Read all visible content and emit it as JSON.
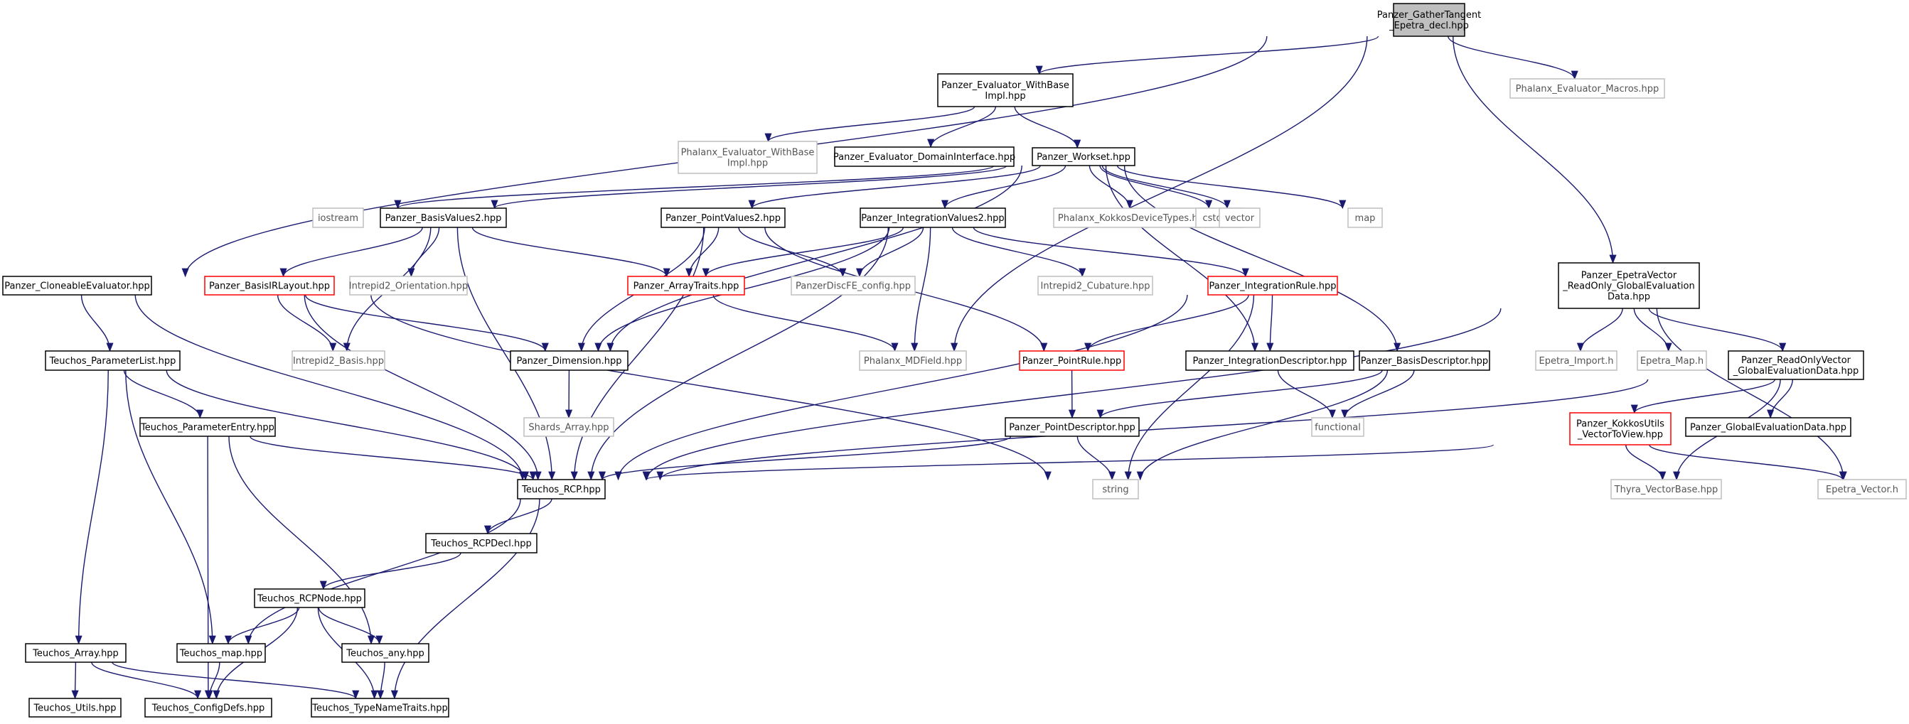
{
  "graph": {
    "colors": {
      "edge": "#191970",
      "root_fill": "#bfbfbf",
      "normal_border": "#000000",
      "external_border": "#bfbfbf",
      "incomplete_border": "#ff0000",
      "text": "#000000",
      "external_text": "#555555"
    },
    "nodes": [
      {
        "id": "root",
        "lines": [
          "Panzer_GatherTangent",
          "_Epetra_decl.hpp"
        ],
        "style": "root"
      },
      {
        "id": "evalwithbase",
        "lines": [
          "Panzer_Evaluator_WithBase",
          "Impl.hpp"
        ],
        "style": "normal"
      },
      {
        "id": "phalanxmacros",
        "lines": [
          "Phalanx_Evaluator_Macros.hpp"
        ],
        "style": "external"
      },
      {
        "id": "phalanxwithbase",
        "lines": [
          "Phalanx_Evaluator_WithBase",
          "Impl.hpp"
        ],
        "style": "external"
      },
      {
        "id": "domaininterface",
        "lines": [
          "Panzer_Evaluator_DomainInterface.hpp"
        ],
        "style": "normal"
      },
      {
        "id": "workset",
        "lines": [
          "Panzer_Workset.hpp"
        ],
        "style": "normal"
      },
      {
        "id": "iostream",
        "lines": [
          "iostream"
        ],
        "style": "external"
      },
      {
        "id": "basisvalues2",
        "lines": [
          "Panzer_BasisValues2.hpp"
        ],
        "style": "normal"
      },
      {
        "id": "pointvalues2",
        "lines": [
          "Panzer_PointValues2.hpp"
        ],
        "style": "normal"
      },
      {
        "id": "integrationvalues2",
        "lines": [
          "Panzer_IntegrationValues2.hpp"
        ],
        "style": "normal"
      },
      {
        "id": "kokkosdevice",
        "lines": [
          "Phalanx_KokkosDeviceTypes.hpp"
        ],
        "style": "external"
      },
      {
        "id": "cstddef",
        "lines": [
          "cstddef"
        ],
        "style": "external"
      },
      {
        "id": "vector",
        "lines": [
          "vector"
        ],
        "style": "external"
      },
      {
        "id": "map",
        "lines": [
          "map"
        ],
        "style": "external"
      },
      {
        "id": "cloneable",
        "lines": [
          "Panzer_CloneableEvaluator.hpp"
        ],
        "style": "normal"
      },
      {
        "id": "basisirlayout",
        "lines": [
          "Panzer_BasisIRLayout.hpp"
        ],
        "style": "incomplete"
      },
      {
        "id": "intrepidorient",
        "lines": [
          "Intrepid2_Orientation.hpp"
        ],
        "style": "external"
      },
      {
        "id": "arraytraits",
        "lines": [
          "Panzer_ArrayTraits.hpp"
        ],
        "style": "incomplete"
      },
      {
        "id": "discfeconfig",
        "lines": [
          "PanzerDiscFE_config.hpp"
        ],
        "style": "external"
      },
      {
        "id": "cubature",
        "lines": [
          "Intrepid2_Cubature.hpp"
        ],
        "style": "external"
      },
      {
        "id": "integrationrule",
        "lines": [
          "Panzer_IntegrationRule.hpp"
        ],
        "style": "incomplete"
      },
      {
        "id": "epetravector_ro",
        "lines": [
          "Panzer_EpetraVector",
          "_ReadOnly_GlobalEvaluation",
          "Data.hpp"
        ],
        "style": "normal"
      },
      {
        "id": "paramlist",
        "lines": [
          "Teuchos_ParameterList.hpp"
        ],
        "style": "normal"
      },
      {
        "id": "intrepidbasis",
        "lines": [
          "Intrepid2_Basis.hpp"
        ],
        "style": "external"
      },
      {
        "id": "dimension",
        "lines": [
          "Panzer_Dimension.hpp"
        ],
        "style": "normal"
      },
      {
        "id": "mdfield",
        "lines": [
          "Phalanx_MDField.hpp"
        ],
        "style": "external"
      },
      {
        "id": "pointrule",
        "lines": [
          "Panzer_PointRule.hpp"
        ],
        "style": "incomplete"
      },
      {
        "id": "integrationdesc",
        "lines": [
          "Panzer_IntegrationDescriptor.hpp"
        ],
        "style": "normal"
      },
      {
        "id": "basisdesc",
        "lines": [
          "Panzer_BasisDescriptor.hpp"
        ],
        "style": "normal"
      },
      {
        "id": "epetraimport",
        "lines": [
          "Epetra_Import.h"
        ],
        "style": "external"
      },
      {
        "id": "epetramap",
        "lines": [
          "Epetra_Map.h"
        ],
        "style": "external"
      },
      {
        "id": "readonlyvector",
        "lines": [
          "Panzer_ReadOnlyVector",
          "_GlobalEvaluationData.hpp"
        ],
        "style": "normal"
      },
      {
        "id": "paramentry",
        "lines": [
          "Teuchos_ParameterEntry.hpp"
        ],
        "style": "normal"
      },
      {
        "id": "shardsarray",
        "lines": [
          "Shards_Array.hpp"
        ],
        "style": "external"
      },
      {
        "id": "pointdesc",
        "lines": [
          "Panzer_PointDescriptor.hpp"
        ],
        "style": "normal"
      },
      {
        "id": "functional",
        "lines": [
          "functional"
        ],
        "style": "external"
      },
      {
        "id": "kokkosutils",
        "lines": [
          "Panzer_KokkosUtils",
          "_VectorToView.hpp"
        ],
        "style": "incomplete"
      },
      {
        "id": "globalevaldata",
        "lines": [
          "Panzer_GlobalEvaluationData.hpp"
        ],
        "style": "normal"
      },
      {
        "id": "rcp",
        "lines": [
          "Teuchos_RCP.hpp"
        ],
        "style": "normal"
      },
      {
        "id": "string",
        "lines": [
          "string"
        ],
        "style": "external"
      },
      {
        "id": "thyravectorbase",
        "lines": [
          "Thyra_VectorBase.hpp"
        ],
        "style": "external"
      },
      {
        "id": "epetravector",
        "lines": [
          "Epetra_Vector.h"
        ],
        "style": "external"
      },
      {
        "id": "rcpdecl",
        "lines": [
          "Teuchos_RCPDecl.hpp"
        ],
        "style": "normal"
      },
      {
        "id": "rcpnode",
        "lines": [
          "Teuchos_RCPNode.hpp"
        ],
        "style": "normal"
      },
      {
        "id": "teuchosarray",
        "lines": [
          "Teuchos_Array.hpp"
        ],
        "style": "normal"
      },
      {
        "id": "teuchosmap",
        "lines": [
          "Teuchos_map.hpp"
        ],
        "style": "normal"
      },
      {
        "id": "teuchosany",
        "lines": [
          "Teuchos_any.hpp"
        ],
        "style": "normal"
      },
      {
        "id": "teuchosutils",
        "lines": [
          "Teuchos_Utils.hpp"
        ],
        "style": "normal"
      },
      {
        "id": "configdefs",
        "lines": [
          "Teuchos_ConfigDefs.hpp"
        ],
        "style": "normal"
      },
      {
        "id": "typenametraits",
        "lines": [
          "Teuchos_TypeNameTraits.hpp"
        ],
        "style": "normal"
      }
    ],
    "edges": [
      [
        "root",
        "evalwithbase"
      ],
      [
        "root",
        "phalanxmacros"
      ],
      [
        "root",
        "cloneable"
      ],
      [
        "root",
        "epetravector_ro"
      ],
      [
        "root",
        "mdfield"
      ],
      [
        "evalwithbase",
        "phalanxwithbase"
      ],
      [
        "evalwithbase",
        "domaininterface"
      ],
      [
        "evalwithbase",
        "workset"
      ],
      [
        "workset",
        "iostream"
      ],
      [
        "workset",
        "basisvalues2"
      ],
      [
        "workset",
        "pointvalues2"
      ],
      [
        "workset",
        "integrationvalues2"
      ],
      [
        "workset",
        "kokkosdevice"
      ],
      [
        "workset",
        "cstddef"
      ],
      [
        "workset",
        "vector"
      ],
      [
        "workset",
        "map"
      ],
      [
        "workset",
        "dimension"
      ],
      [
        "workset",
        "integrationdesc"
      ],
      [
        "workset",
        "basisdesc"
      ],
      [
        "basisvalues2",
        "basisirlayout"
      ],
      [
        "basisvalues2",
        "intrepidorient"
      ],
      [
        "basisvalues2",
        "arraytraits"
      ],
      [
        "basisvalues2",
        "intrepidbasis"
      ],
      [
        "basisvalues2",
        "rcp"
      ],
      [
        "pointvalues2",
        "arraytraits"
      ],
      [
        "pointvalues2",
        "discfeconfig"
      ],
      [
        "pointvalues2",
        "dimension"
      ],
      [
        "pointvalues2",
        "pointrule"
      ],
      [
        "pointvalues2",
        "rcp"
      ],
      [
        "integrationvalues2",
        "arraytraits"
      ],
      [
        "integrationvalues2",
        "discfeconfig"
      ],
      [
        "integrationvalues2",
        "cubature"
      ],
      [
        "integrationvalues2",
        "integrationrule"
      ],
      [
        "integrationvalues2",
        "dimension"
      ],
      [
        "integrationvalues2",
        "mdfield"
      ],
      [
        "integrationvalues2",
        "rcp"
      ],
      [
        "basisirlayout",
        "intrepidbasis"
      ],
      [
        "basisirlayout",
        "dimension"
      ],
      [
        "basisirlayout",
        "rcp"
      ],
      [
        "basisirlayout",
        "string"
      ],
      [
        "arraytraits",
        "mdfield"
      ],
      [
        "integrationrule",
        "pointrule"
      ],
      [
        "integrationrule",
        "integrationdesc"
      ],
      [
        "integrationrule",
        "rcp"
      ],
      [
        "integrationrule",
        "string"
      ],
      [
        "cloneable",
        "paramlist"
      ],
      [
        "cloneable",
        "rcp"
      ],
      [
        "paramlist",
        "paramentry"
      ],
      [
        "paramlist",
        "teuchosarray"
      ],
      [
        "paramlist",
        "teuchosmap"
      ],
      [
        "paramlist",
        "rcp"
      ],
      [
        "paramentry",
        "rcp"
      ],
      [
        "paramentry",
        "configdefs"
      ],
      [
        "paramentry",
        "teuchosany"
      ],
      [
        "dimension",
        "shardsarray"
      ],
      [
        "pointrule",
        "pointdesc"
      ],
      [
        "pointdesc",
        "rcp"
      ],
      [
        "pointdesc",
        "string"
      ],
      [
        "integrationdesc",
        "functional"
      ],
      [
        "basisdesc",
        "pointdesc"
      ],
      [
        "basisdesc",
        "functional"
      ],
      [
        "basisdesc",
        "string"
      ],
      [
        "epetravector_ro",
        "epetraimport"
      ],
      [
        "epetravector_ro",
        "epetramap"
      ],
      [
        "epetravector_ro",
        "readonlyvector"
      ],
      [
        "epetravector_ro",
        "epetravector"
      ],
      [
        "epetravector_ro",
        "rcp"
      ],
      [
        "readonlyvector",
        "kokkosutils"
      ],
      [
        "readonlyvector",
        "globalevaldata"
      ],
      [
        "readonlyvector",
        "thyravectorbase"
      ],
      [
        "readonlyvector",
        "rcp"
      ],
      [
        "kokkosutils",
        "thyravectorbase"
      ],
      [
        "kokkosutils",
        "epetravector"
      ],
      [
        "kokkosutils",
        "rcp"
      ],
      [
        "rcp",
        "rcpdecl"
      ],
      [
        "rcp",
        "teuchosmap"
      ],
      [
        "rcp",
        "typenametraits"
      ],
      [
        "rcpdecl",
        "rcpnode"
      ],
      [
        "rcpnode",
        "teuchosmap"
      ],
      [
        "rcpnode",
        "teuchosany"
      ],
      [
        "rcpnode",
        "configdefs"
      ],
      [
        "rcpnode",
        "typenametraits"
      ],
      [
        "teuchosarray",
        "teuchosutils"
      ],
      [
        "teuchosarray",
        "configdefs"
      ],
      [
        "teuchosarray",
        "typenametraits"
      ],
      [
        "teuchosmap",
        "configdefs"
      ],
      [
        "teuchosany",
        "typenametraits"
      ]
    ]
  }
}
